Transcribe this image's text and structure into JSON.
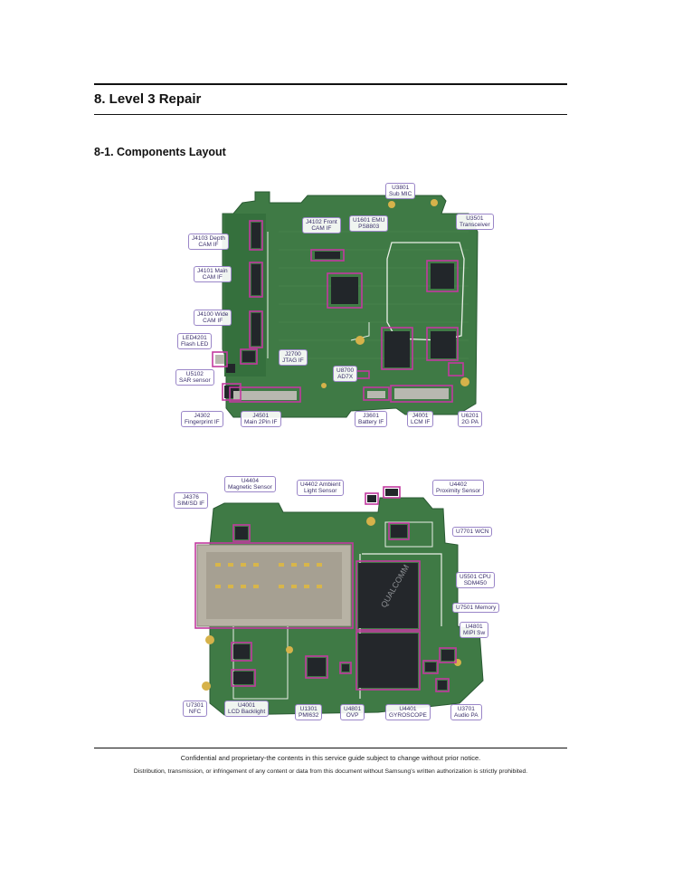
{
  "header": {
    "section_title": "8. Level 3 Repair",
    "subsection_title": "8-1. Components Layout"
  },
  "board_top": {
    "labels": [
      {
        "text": "U3801\nSub MIC"
      },
      {
        "text": "U3501\nTransceiver"
      },
      {
        "text": "J4102 Front\nCAM IF"
      },
      {
        "text": "U1601 EMU\nPS8803"
      },
      {
        "text": "J4103 Depth\nCAM IF"
      },
      {
        "text": "J4101 Main\nCAM IF"
      },
      {
        "text": "J4100 Wide\nCAM IF"
      },
      {
        "text": "LED4201\nFlash LED"
      },
      {
        "text": "J2700\nJTAG IF"
      },
      {
        "text": "U5102\nSAR sensor"
      },
      {
        "text": "U8700\nAD7X"
      },
      {
        "text": "J4302\nFingerprint IF"
      },
      {
        "text": "J4501\nMain 2Pin IF"
      },
      {
        "text": "J3601\nBattery IF"
      },
      {
        "text": "J4001\nLCM IF"
      },
      {
        "text": "U6201\n2G PA"
      }
    ]
  },
  "board_bottom": {
    "labels": [
      {
        "text": "U4404\nMagnetic Sensor"
      },
      {
        "text": "J4376\nSIM/SD IF"
      },
      {
        "text": "U4402 Ambient\nLight Sensor"
      },
      {
        "text": "U4402\nProximity Sensor"
      },
      {
        "text": "U7701 WCN"
      },
      {
        "text": "U5501 CPU\nSDM450"
      },
      {
        "text": "U7501 Memory"
      },
      {
        "text": "U4801\nMIPI Sw"
      },
      {
        "text": "U7301\nNFC"
      },
      {
        "text": "U4001\nLCD Backlight"
      },
      {
        "text": "U1301\nPMI632"
      },
      {
        "text": "U4801\nOVP"
      },
      {
        "text": "U4401\nGYROSCOPE"
      },
      {
        "text": "U3701\nAudio PA"
      }
    ],
    "chip_text": "QUALCOMM"
  },
  "footer": {
    "line1": "Confidential and proprietary-the contents in this service guide subject to change without prior notice.",
    "line2": "Distribution, transmission, or infringement of any content or data from this document without Samsung's written authorization is strictly prohibited."
  },
  "colors": {
    "pcb_green": "#3f7a45",
    "pcb_dark": "#2a5a33",
    "highlight": "#c23aa0",
    "outline_white": "#e9efe6",
    "label_text": "#3a2f6b"
  }
}
